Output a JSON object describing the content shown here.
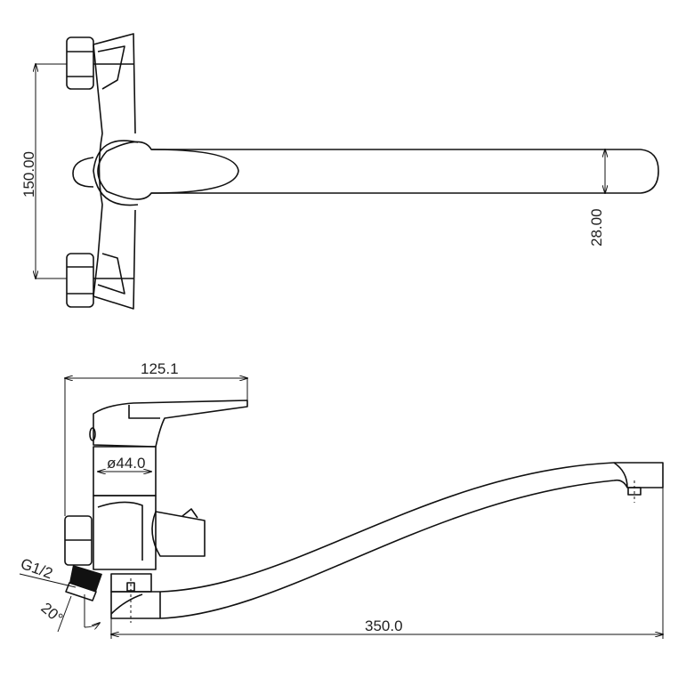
{
  "dimensions": {
    "height_between_inlets": "150.00",
    "spout_width": "28.00",
    "handle_reach": "125.1",
    "body_diameter": "ø44.0",
    "thread": "G1/2",
    "angle": "20°",
    "spout_length": "350.0"
  },
  "colors": {
    "line": "#111111",
    "background": "#ffffff"
  }
}
